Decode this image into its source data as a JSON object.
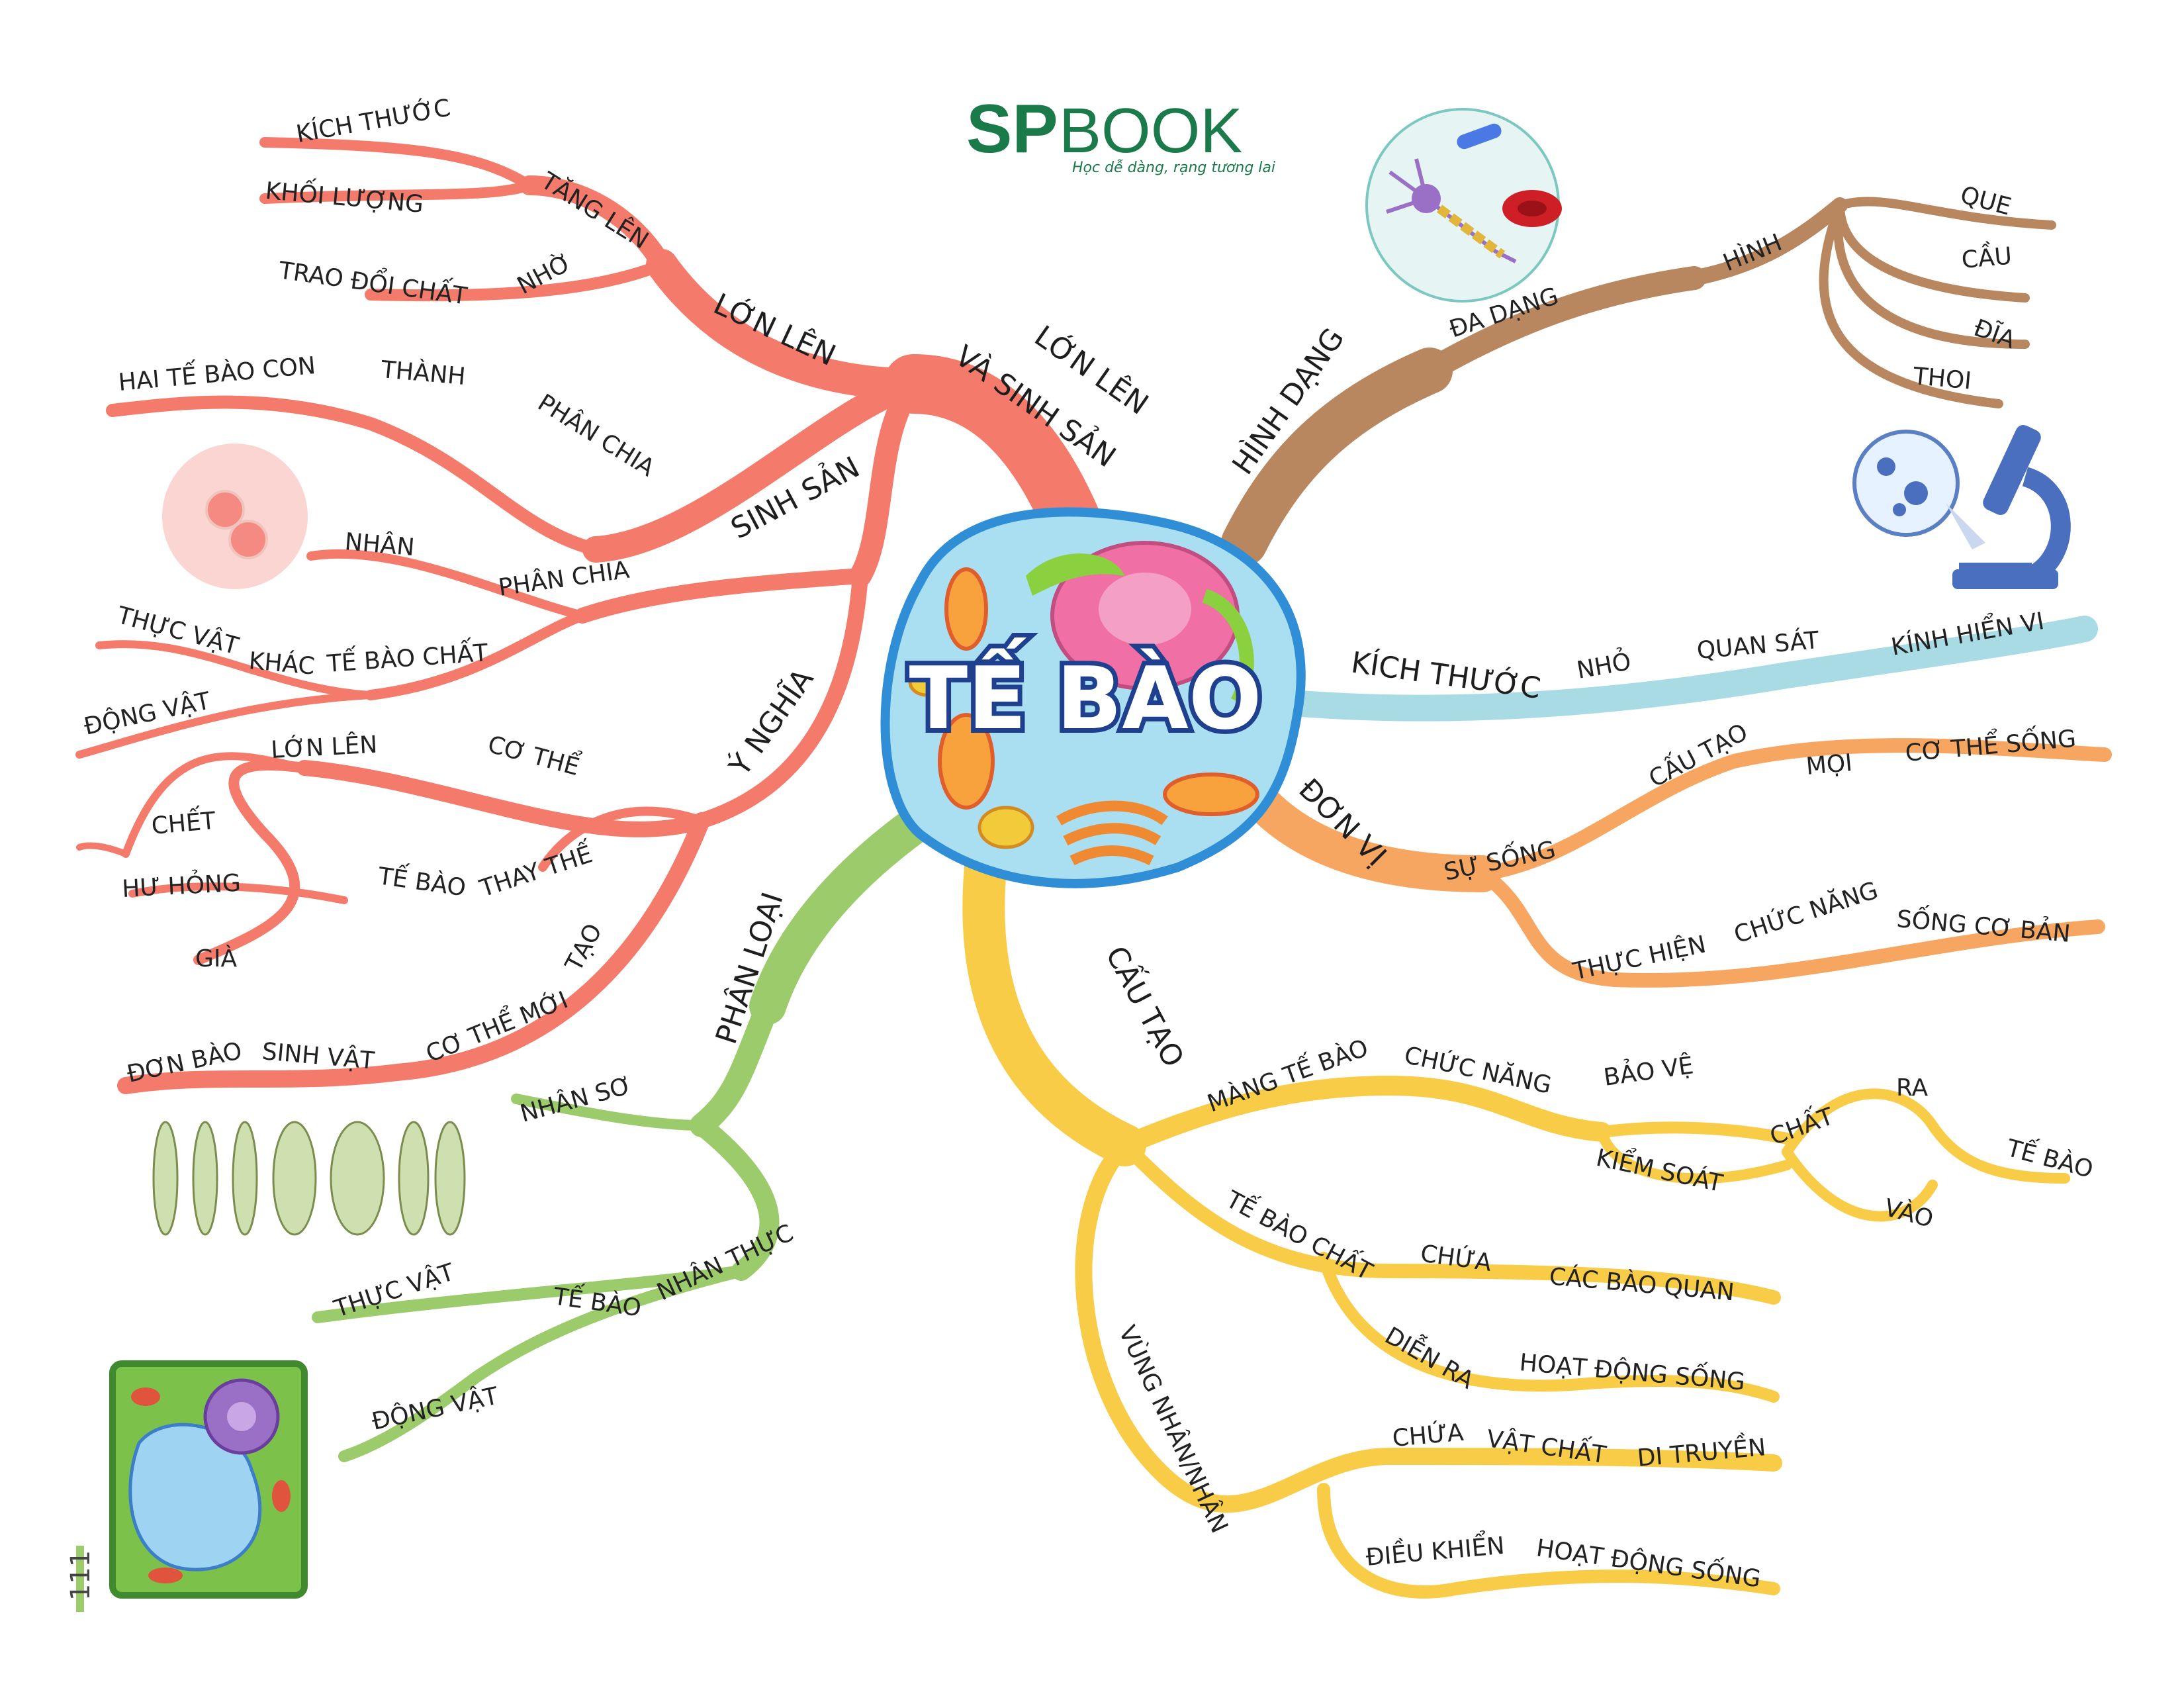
{
  "brand": {
    "name_bold": "SP",
    "name_light": "BOOK",
    "tagline": "Học dễ dàng, rạng tương lai",
    "color": "#1b7a4a"
  },
  "center": {
    "title": "TẾ BÀO"
  },
  "page_number": "111",
  "colors": {
    "growth": "#f47b6b",
    "shape": "#b8875f",
    "size": "#a9dbe4",
    "unit": "#f7a661",
    "structure": "#f9cc47",
    "classification": "#9ccb6b"
  },
  "branches": {
    "growth": {
      "title": "LỚN LÊN VÀ SINH SẢN",
      "title_line1": "LỚN LÊN",
      "title_line2": "VÀ SINH SẢN",
      "grow": "LỚN LÊN",
      "increase": "TĂNG LÊN",
      "size": "KÍCH THƯỚC",
      "mass": "KHỐI LƯỢNG",
      "thanks": "NHỜ",
      "metabolism": "TRAO ĐỔI CHẤT",
      "reproduce": "SINH SẢN",
      "divide1": "PHÂN CHIA",
      "into": "THÀNH",
      "two_cells": "HAI TẾ BÀO CON",
      "divide2": "PHÂN CHIA",
      "nucleus": "NHÂN",
      "cytoplasm": "TẾ BÀO CHẤT",
      "differ": "KHÁC",
      "plant": "THỰC VẬT",
      "animal": "ĐỘNG VẬT",
      "meaning": "Ý NGHĨA",
      "body": "CƠ THỂ",
      "grow2": "LỚN LÊN",
      "replace": "THAY THẾ",
      "cell": "TẾ BÀO",
      "dead": "CHẾT",
      "damaged": "HƯ HỎNG",
      "old": "GIÀ",
      "create": "TẠO",
      "new_body": "CƠ THỂ MỚI",
      "organism": "SINH VẬT",
      "unicell": "ĐƠN BÀO"
    },
    "shape": {
      "title": "HÌNH DẠNG",
      "diverse": "ĐA DẠNG",
      "form": "HÌNH",
      "rod": "QUE",
      "sphere": "CẦU",
      "disc": "ĐĨA",
      "spindle": "THOI"
    },
    "size": {
      "title": "KÍCH THƯỚC",
      "small": "NHỎ",
      "observe": "QUAN SÁT",
      "microscope": "KÍNH HIỂN VI"
    },
    "unit": {
      "title": "ĐƠN VỊ",
      "life": "SỰ SỐNG",
      "structure": "CẤU TẠO",
      "all": "MỌI",
      "living": "CƠ THỂ SỐNG",
      "perform": "THỰC HIỆN",
      "function": "CHỨC NĂNG",
      "basic": "SỐNG CƠ BẢN"
    },
    "structure": {
      "title": "CẤU TẠO",
      "membrane": "MÀNG TẾ BÀO",
      "function": "CHỨC NĂNG",
      "protect": "BẢO VỆ",
      "control": "KIỂM SOÁT",
      "substance": "CHẤT",
      "out": "RA",
      "in": "VÀO",
      "cell": "TẾ BÀO",
      "cytoplasm": "TẾ BÀO CHẤT",
      "contain": "CHỨA",
      "organelles": "CÁC BÀO QUAN",
      "occur": "DIỄN RA",
      "life_activity": "HOẠT ĐỘNG SỐNG",
      "nucleus": "VÙNG NHÂN/NHÂN",
      "contain2": "CHỨA",
      "matter": "VẬT CHẤT",
      "genetic": "DI TRUYỀN",
      "control2": "ĐIỀU KHIỂN",
      "life_activity2": "HOẠT ĐỘNG SỐNG"
    },
    "classification": {
      "title": "PHÂN LOẠI",
      "prokaryote": "NHÂN SƠ",
      "eukaryote": "NHÂN THỰC",
      "cell": "TẾ BÀO",
      "plant": "THỰC VẬT",
      "animal": "ĐỘNG VẬT"
    }
  }
}
